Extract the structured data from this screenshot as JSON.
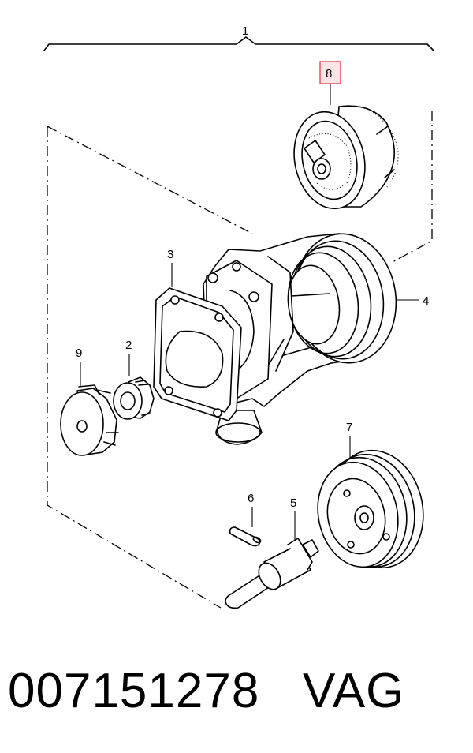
{
  "callouts": {
    "assembly": "1",
    "seal": "2",
    "gasket": "3",
    "housing": "4",
    "shaft": "5",
    "pin": "6",
    "pulley": "7",
    "impeller_bearing": "8",
    "impeller": "9"
  },
  "highlight_color": "#e04a5a",
  "part_number": "007151278",
  "brand": "VAG"
}
